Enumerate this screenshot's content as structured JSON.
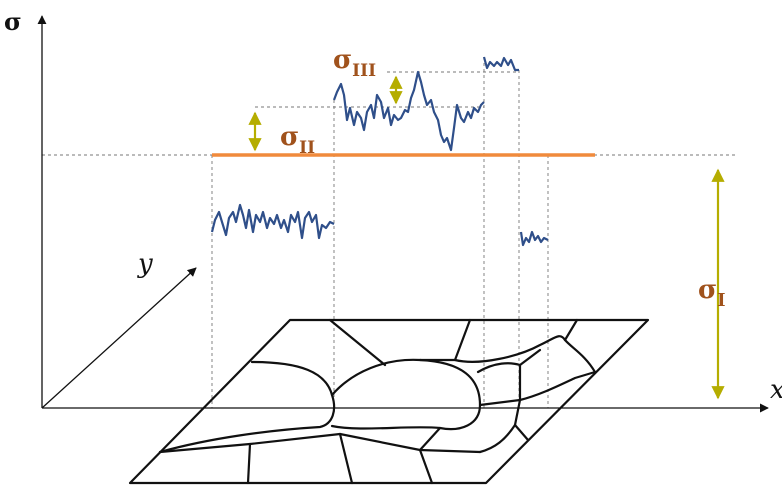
{
  "axes": {
    "sigma_label": "σ",
    "y_label": "y",
    "x_label": "x"
  },
  "stress_levels": {
    "sigma_I": {
      "symbol": "σ",
      "subscript": "I"
    },
    "sigma_II": {
      "symbol": "σ",
      "subscript": "II"
    },
    "sigma_III": {
      "symbol": "σ",
      "subscript": "III"
    }
  },
  "colors": {
    "axis": "#111111",
    "dashed": "#777777",
    "average_line": "#f08a3c",
    "stress_trace": "#2f4f8a",
    "arrow": "#b5ad00",
    "label": "#a0521c",
    "grain_boundary": "#111111"
  }
}
